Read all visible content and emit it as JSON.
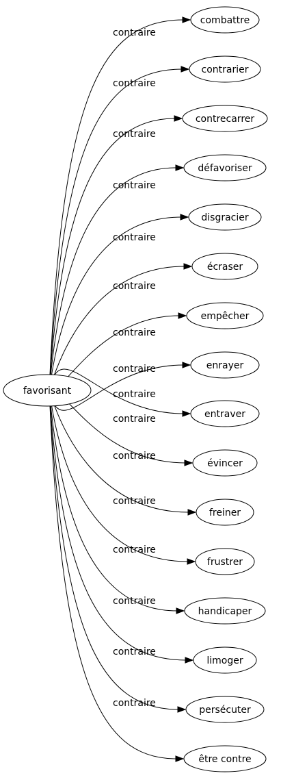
{
  "source": {
    "label": "favorisant"
  },
  "relation_label": "contraire",
  "targets": [
    {
      "label": "combattre"
    },
    {
      "label": "contrarier"
    },
    {
      "label": "contrecarrer"
    },
    {
      "label": "défavoriser"
    },
    {
      "label": "disgracier"
    },
    {
      "label": "écraser"
    },
    {
      "label": "empêcher"
    },
    {
      "label": "enrayer"
    },
    {
      "label": "entraver"
    },
    {
      "label": "évincer"
    },
    {
      "label": "freiner"
    },
    {
      "label": "frustrer"
    },
    {
      "label": "handicaper"
    },
    {
      "label": "limoger"
    },
    {
      "label": "persécuter"
    },
    {
      "label": "être contre"
    }
  ]
}
